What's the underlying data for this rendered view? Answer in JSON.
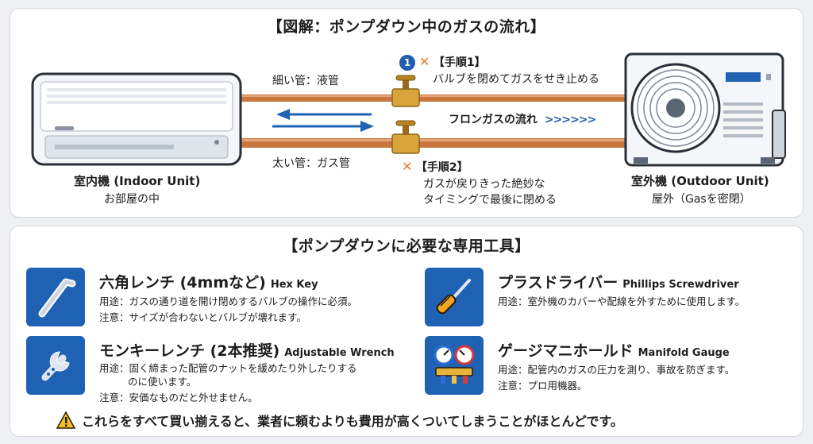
{
  "top": {
    "title": "【図解：ポンプダウン中のガスの流れ】",
    "thin_pipe": "細い管：液管",
    "thick_pipe": "太い管：ガス管",
    "flow_label": "フロンガスの流れ",
    "flow_arrows": ">>>>>>",
    "step1_number": "1",
    "step1_title": "【手順1】",
    "step1_desc": "バルブを閉めてガスをせき止める",
    "step2_title": "【手順2】",
    "step2_desc_1": "ガスが戻りきった絶妙な",
    "step2_desc_2": "タイミングで最後に閉める",
    "indoor_title": "室内機 (Indoor Unit)",
    "indoor_sub": "お部屋の中",
    "outdoor_title": "室外機 (Outdoor Unit)",
    "outdoor_sub": "屋外（Gasを密閉）"
  },
  "bottom": {
    "title": "【ポンプダウンに必要な専用工具】",
    "tools": [
      {
        "name": "六角レンチ (4mmなど)",
        "en": "Hex Key",
        "use": "用途：ガスの通り道を開け閉めするバルブの操作に必須。",
        "note": "注意：サイズが合わないとバルブが壊れます。"
      },
      {
        "name": "プラスドライバー",
        "en": "Phillips Screwdriver",
        "use": "用途：室外機のカバーや配線を外すために使用します。"
      },
      {
        "name": "モンキーレンチ (2本推奨)",
        "en": "Adjustable Wrench",
        "use_1": "用途：固く締まった配管のナットを緩めたり外したりする",
        "use_2": "のに使います。",
        "note": "注意：安価なものだと外せません。"
      },
      {
        "name": "ゲージマニホールド",
        "en": "Manifold Gauge",
        "use": "用途：配管内のガスの圧力を測り、事故を防ぎます。",
        "note": "注意：プロ用機器。"
      }
    ],
    "warning": "これらをすべて買い揃えると、業者に頼むよりも費用が高くついてしまうことがほとんどです。"
  },
  "colors": {
    "accent_blue": "#1f62b4",
    "pipe_copper": "#c9773f",
    "valve_brass": "#d9a43b",
    "warning_orange": "#e8782b"
  },
  "icons": [
    "hex-key-icon",
    "screwdriver-icon",
    "wrench-icon",
    "manifold-gauge-icon",
    "warning-icon",
    "step-x-icon"
  ]
}
